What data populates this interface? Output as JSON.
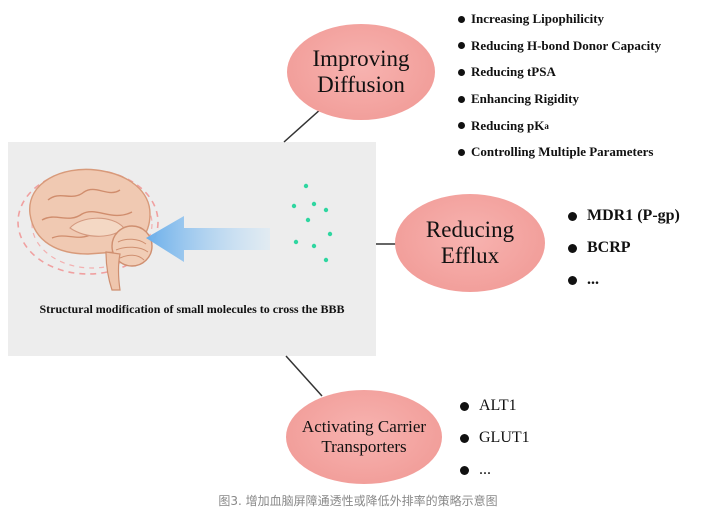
{
  "figure": {
    "panel_caption": "Structural modification of small molecules to cross the BBB",
    "nodes": {
      "diffusion": {
        "line1": "Improving",
        "line2": "Diffusion",
        "items": [
          "Increasing Lipophilicity",
          "Reducing H-bond Donor Capacity",
          "Reducing tPSA",
          "Enhancing Rigidity",
          "Reducing pK",
          "Controlling Multiple Parameters"
        ],
        "pk_subscript": "a"
      },
      "efflux": {
        "line1": "Reducing",
        "line2": "Efflux",
        "items": [
          "MDR1 (P-gp)",
          "BCRP",
          "..."
        ]
      },
      "carrier": {
        "line1": "Activating Carrier",
        "line2": "Transporters",
        "items": [
          "ALT1",
          "GLUT1",
          "..."
        ]
      }
    },
    "colors": {
      "bubble": "#f29f9b",
      "panel": "#ededed",
      "molecule_dot": "#2fd6a0",
      "arrow": "#a8cff2"
    },
    "icons": [
      "brain-illustration",
      "molecule-dots",
      "arrow-icon"
    ]
  },
  "caption": "图3. 增加血脑屏障通透性或降低外排率的策略示意图"
}
